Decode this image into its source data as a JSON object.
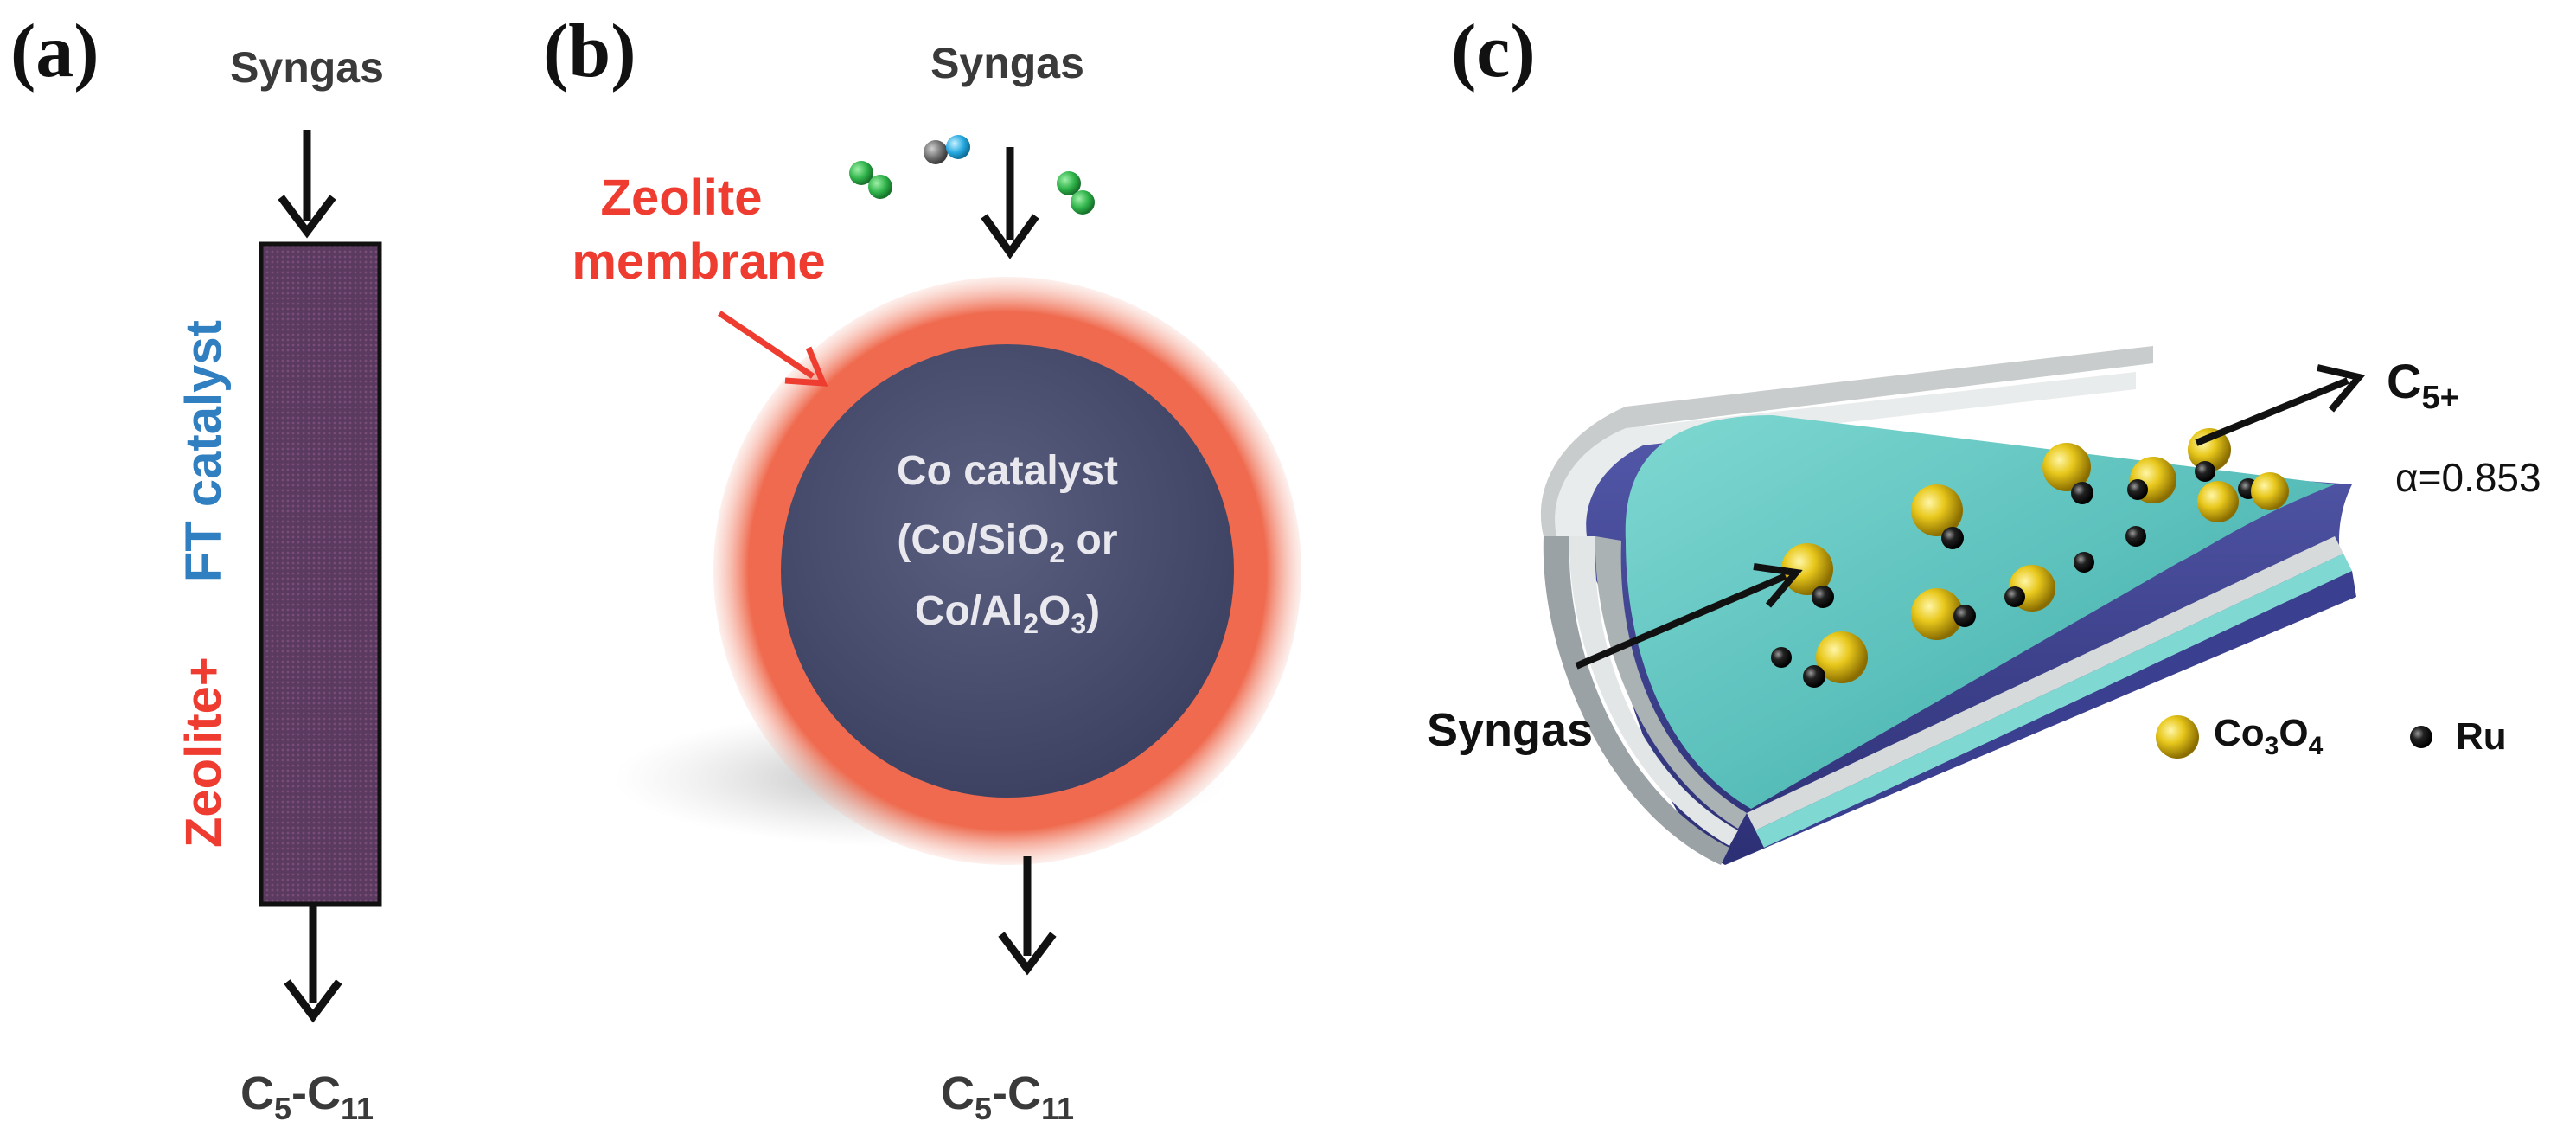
{
  "panels": {
    "a": {
      "label": "(a)",
      "input": "Syngas",
      "column_text_zeolite": "Zeolite+",
      "column_text_catalyst": "FT catalyst",
      "output_main": "C",
      "output_sub1": "5",
      "output_dash": "-C",
      "output_sub2": "11"
    },
    "b": {
      "label": "(b)",
      "input": "Syngas",
      "membrane_line1": "Zeolite",
      "membrane_line2": "membrane",
      "core_line1": "Co catalyst",
      "core_line2_a": "(Co/SiO",
      "core_line2_sub": "2",
      "core_line2_b": " or",
      "core_line3_a": "Co/Al",
      "core_line3_sub1": "2",
      "core_line3_b": "O",
      "core_line3_sub2": "3",
      "core_line3_c": ")",
      "output_main": "C",
      "output_sub1": "5",
      "output_dash": "-C",
      "output_sub2": "11"
    },
    "c": {
      "label": "(c)",
      "input": "Syngas",
      "output_main": "C",
      "output_sub": "5+",
      "alpha": "α=0.853",
      "legend_co_a": "Co",
      "legend_co_sub1": "3",
      "legend_co_b": "O",
      "legend_co_sub2": "4",
      "legend_ru": "Ru"
    }
  },
  "colors": {
    "zeolite_red": "#ee3c31",
    "catalyst_blue": "#2f7fc1",
    "core_navy": "#4a4f6e",
    "column_purple": "#5a3a5e",
    "co3o4_yellow": "#e8c81c",
    "ru_black": "#1a1a1a",
    "tube_cyan": "#5fc9c3",
    "tube_navy": "#3b3f8f"
  }
}
